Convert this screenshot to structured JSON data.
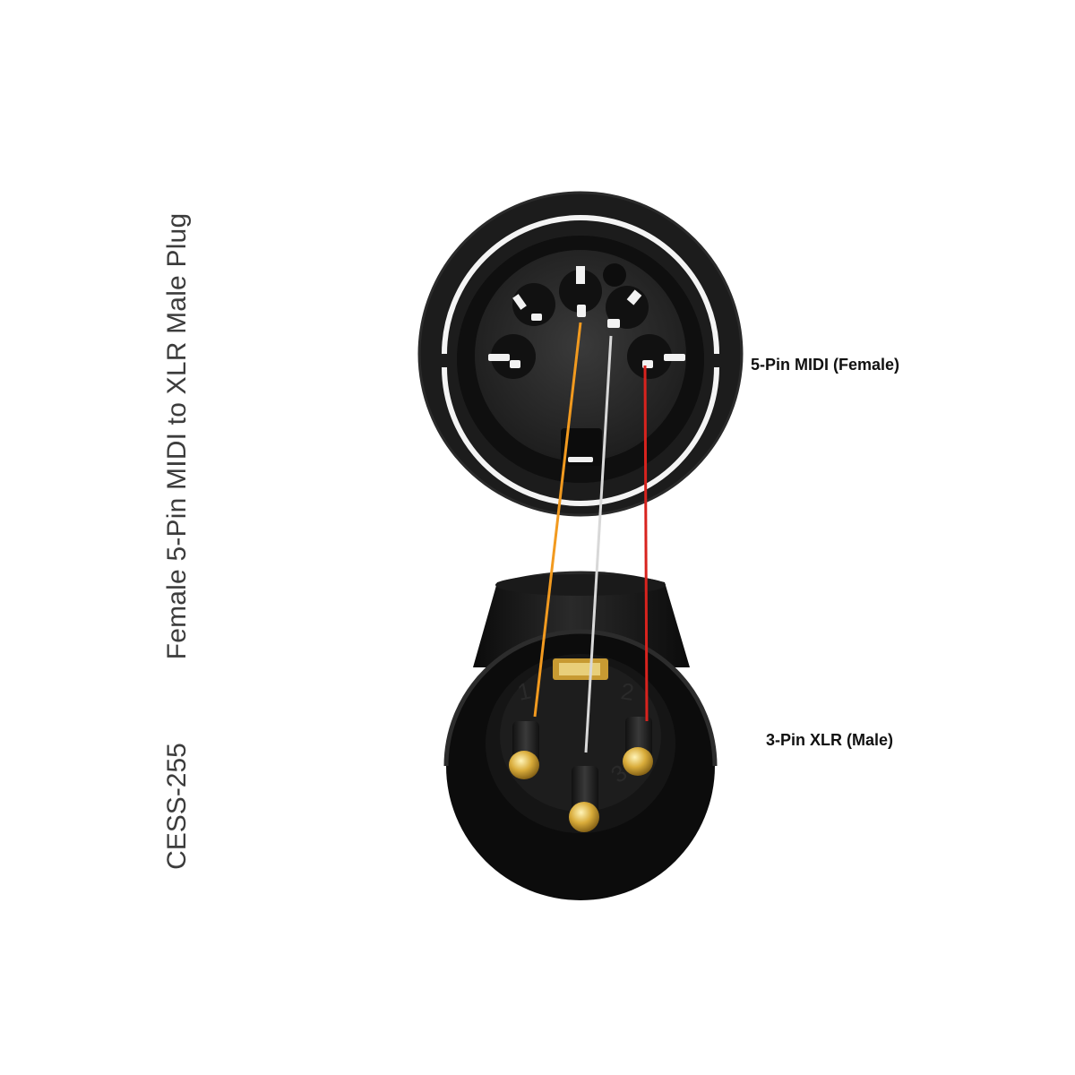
{
  "side_text": {
    "title": "Female 5-Pin MIDI to XLR Male Plug",
    "code": "CESS-255"
  },
  "callouts": {
    "midi": "5-Pin MIDI (Female)",
    "xlr": "3-Pin XLR (Male)"
  },
  "xlr_pin_numbers": [
    "1",
    "2",
    "3"
  ],
  "wires": [
    {
      "name": "orange-wire",
      "color": "#f29a1f"
    },
    {
      "name": "white-wire",
      "color": "#d8d8d8"
    },
    {
      "name": "red-wire",
      "color": "#d8231e"
    }
  ],
  "icons": [
    "midi-female-connector-icon",
    "xlr-male-connector-icon"
  ]
}
